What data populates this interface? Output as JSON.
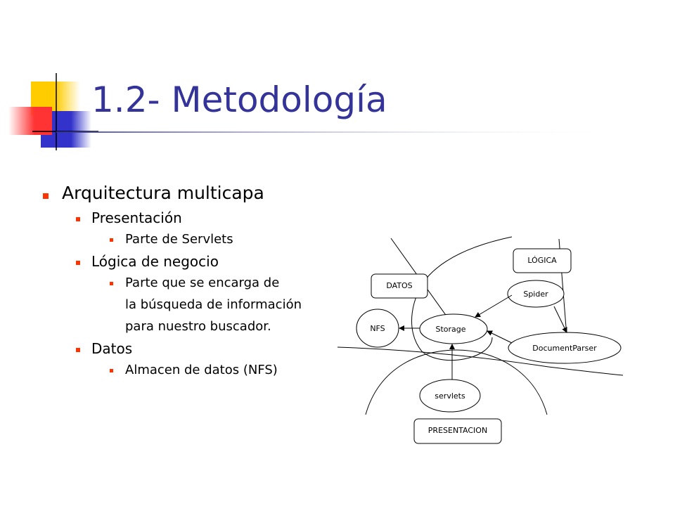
{
  "slide": {
    "title": "1.2- Metodología",
    "bullets": {
      "main": "Arquitectura multicapa",
      "presentacion": "Presentación",
      "presentacion_sub": "Parte de Servlets",
      "logica": "Lógica de negocio",
      "logica_sub_1": "Parte que se encarga de",
      "logica_sub_2": "la búsqueda de información",
      "logica_sub_3": "para nuestro buscador.",
      "datos": "Datos",
      "datos_sub": "Almacen de datos (NFS)"
    }
  },
  "diagram": {
    "labels": {
      "logica": "LÓGICA",
      "datos": "DATOS",
      "presentacion": "PRESENTACION"
    },
    "nodes": {
      "spider": "Spider",
      "nfs": "NFS",
      "storage": "Storage",
      "documentparser": "DocumentParser",
      "servlets": "servlets"
    }
  },
  "colors": {
    "title": "#333399",
    "bullet": "#ff3300",
    "deco_yellow": "#ffcc00",
    "deco_blue": "#3333cc",
    "deco_red": "#ff3333"
  }
}
